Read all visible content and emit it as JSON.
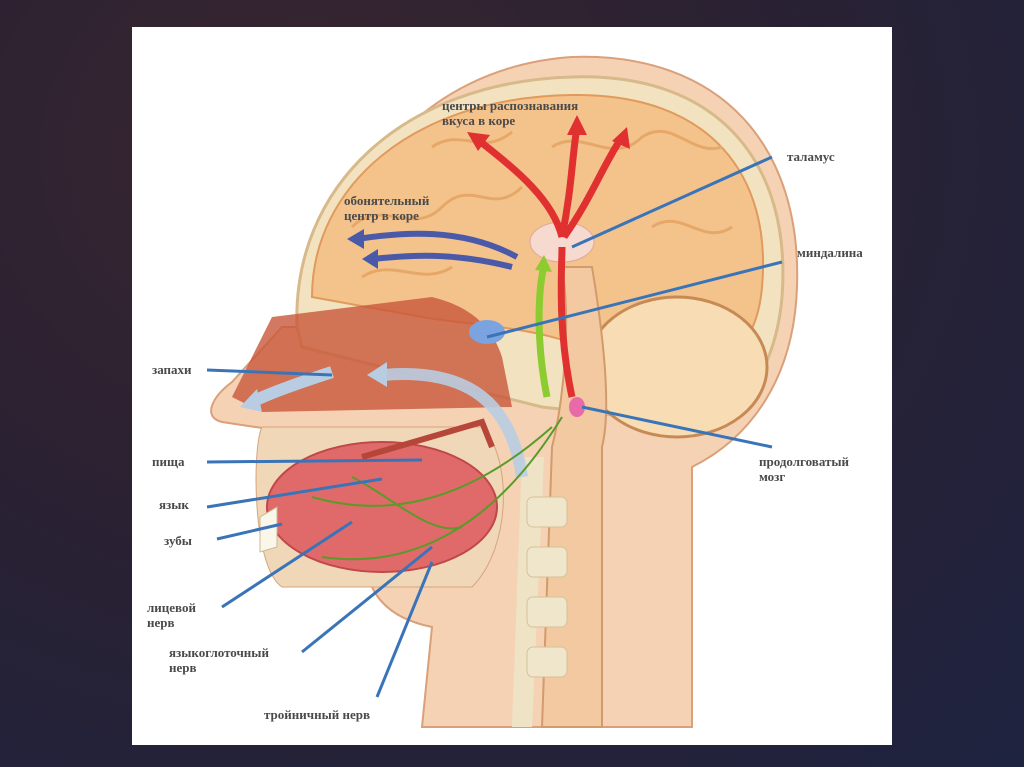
{
  "labels": {
    "taste_centers": [
      "центры распознавания",
      "вкуса в коре"
    ],
    "olfactory_center": [
      "обонятельный",
      "центр в коре"
    ],
    "thalamus": "таламус",
    "amygdala": "миндалина",
    "smells": "запахи",
    "food": "пища",
    "tongue": "язык",
    "teeth": "зубы",
    "facial_nerve": [
      "лицевой",
      "нерв"
    ],
    "glossopharyngeal_nerve": [
      "языкоглоточный",
      "нерв"
    ],
    "trigeminal_nerve": "тройничный нерв",
    "medulla": [
      "продолговатый",
      "мозг"
    ]
  },
  "colors": {
    "pointer": "#3a74b8",
    "taste_path": "#e03030",
    "smell_path": "#4a5aa8",
    "nerve_path": "#8ccc30"
  }
}
